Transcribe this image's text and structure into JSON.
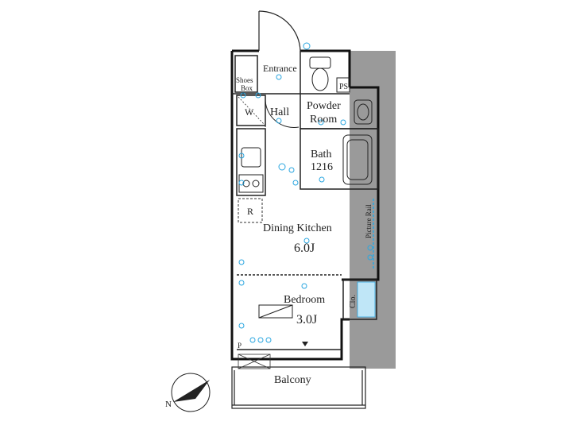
{
  "rooms": {
    "entrance": "Entrance",
    "shoes_box": [
      "Shoes",
      "Box"
    ],
    "washer": "W",
    "hall": "Hall",
    "powder_room": [
      "Powder",
      "Room"
    ],
    "bath": [
      "Bath",
      "1216"
    ],
    "refrigerator": "R",
    "dining_kitchen": [
      "Dining Kitchen",
      "6.0J"
    ],
    "picture_rail": "Picture Rail",
    "bedroom": [
      "Bedroom",
      "3.0J"
    ],
    "closet": "Clo.",
    "balcony": "Balcony",
    "pipe_space": "PS",
    "pipe_small": "P",
    "compass": "N"
  },
  "colors": {
    "wall": "#111111",
    "structure": "#9a9a9a",
    "fixture_blue": "#2aa6e0",
    "closet_fill": "#bfe6f7"
  }
}
